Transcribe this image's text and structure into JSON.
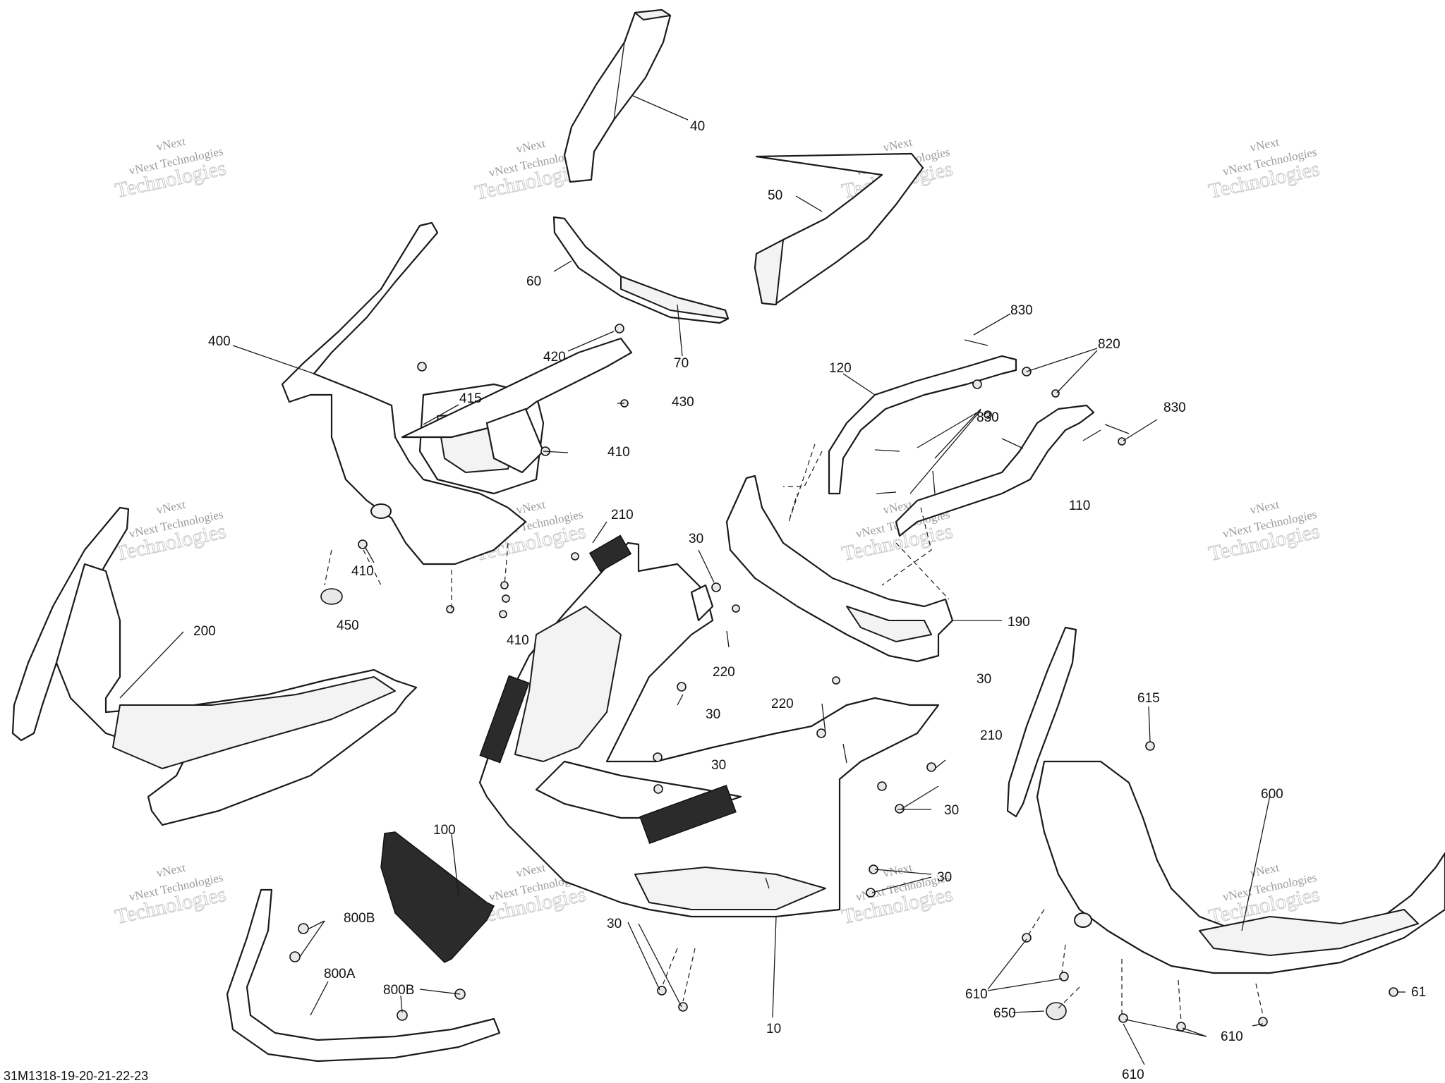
{
  "diagram": {
    "code": "31M1318-19-20-21-22-23",
    "watermark": {
      "line1": "vNext",
      "line2": "vNext Technologies",
      "line3": "Technologies"
    },
    "callouts": [
      {
        "id": "40",
        "text": "40"
      },
      {
        "id": "50",
        "text": "50"
      },
      {
        "id": "60",
        "text": "60"
      },
      {
        "id": "70",
        "text": "70"
      },
      {
        "id": "400",
        "text": "400"
      },
      {
        "id": "420",
        "text": "420"
      },
      {
        "id": "430",
        "text": "430"
      },
      {
        "id": "415",
        "text": "415"
      },
      {
        "id": "410a",
        "text": "410"
      },
      {
        "id": "410b",
        "text": "410"
      },
      {
        "id": "410c",
        "text": "410"
      },
      {
        "id": "450",
        "text": "450"
      },
      {
        "id": "200",
        "text": "200"
      },
      {
        "id": "210a",
        "text": "210"
      },
      {
        "id": "210b",
        "text": "210"
      },
      {
        "id": "30a",
        "text": "30"
      },
      {
        "id": "30b",
        "text": "30"
      },
      {
        "id": "30c",
        "text": "30"
      },
      {
        "id": "30d",
        "text": "30"
      },
      {
        "id": "30e",
        "text": "30"
      },
      {
        "id": "30f",
        "text": "30"
      },
      {
        "id": "30g",
        "text": "30"
      },
      {
        "id": "220a",
        "text": "220"
      },
      {
        "id": "220b",
        "text": "220"
      },
      {
        "id": "830a",
        "text": "830"
      },
      {
        "id": "830b",
        "text": "830"
      },
      {
        "id": "830c",
        "text": "830"
      },
      {
        "id": "820",
        "text": "820"
      },
      {
        "id": "120",
        "text": "120"
      },
      {
        "id": "110",
        "text": "110"
      },
      {
        "id": "190",
        "text": "190"
      },
      {
        "id": "100",
        "text": "100"
      },
      {
        "id": "800Ba",
        "text": "800B"
      },
      {
        "id": "800Bb",
        "text": "800B"
      },
      {
        "id": "800A",
        "text": "800A"
      },
      {
        "id": "10",
        "text": "10"
      },
      {
        "id": "615",
        "text": "615"
      },
      {
        "id": "600",
        "text": "600"
      },
      {
        "id": "610a",
        "text": "610"
      },
      {
        "id": "610b",
        "text": "61"
      },
      {
        "id": "610c",
        "text": "610"
      },
      {
        "id": "610d",
        "text": "610"
      },
      {
        "id": "650",
        "text": "650"
      }
    ]
  }
}
